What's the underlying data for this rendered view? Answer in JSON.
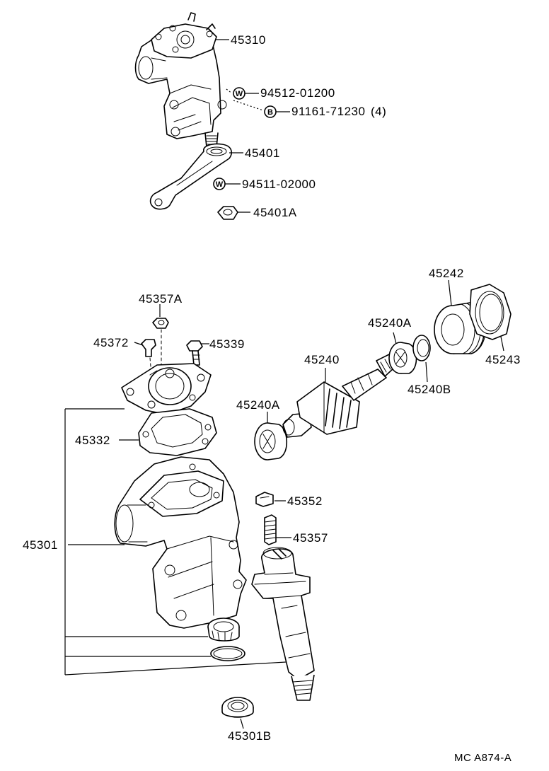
{
  "parts": {
    "gear_assembly": "45310",
    "pitman_arm": "45401",
    "pitman_nut": "45401A",
    "washer_1": "94512-01200",
    "bolt_1": "91161-71230",
    "bolt_1_qty": "(4)",
    "washer_2": "94511-02000",
    "housing": "45301",
    "gasket": "45332",
    "cover_nut": "45357A",
    "plug": "45372",
    "cover_bolt": "45339",
    "worm_shaft": "45240",
    "bearing_a_upper": "45240A",
    "bearing_a_lower": "45240A",
    "bearing_race": "45240B",
    "adjusting_screw": "45242",
    "lock_nut": "45243",
    "adjust_shim": "45352",
    "adjust_screw": "45357",
    "oil_seal": "45301B"
  },
  "symbols": {
    "washer": "W",
    "bolt": "B"
  },
  "footer": {
    "code": "MC A874-A"
  }
}
